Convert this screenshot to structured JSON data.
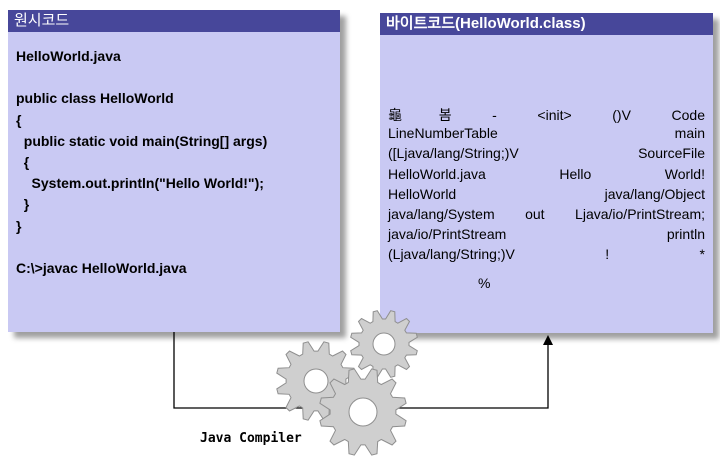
{
  "source_panel": {
    "title": "원시코드",
    "lines": [
      "HelloWorld.java",
      "",
      "public class HelloWorld",
      "{",
      "  public static void main(String[] args)",
      "  {",
      "    System.out.println(\"Hello World!\");",
      "  }",
      "}",
      "",
      "C:\\>javac HelloWorld.java"
    ]
  },
  "bytecode_panel": {
    "title": "바이트코드(HelloWorld.class)",
    "lines": [
      "龜봄 -  <init>  ()V  Code",
      "LineNumberTable main",
      "([Ljava/lang/String;)V SourceFile",
      "HelloWorld.java Hello World!",
      "HelloWorld java/lang/Object",
      "java/lang/System out Ljava/io/PrintStream;",
      "java/io/PrintStream println",
      "(Ljava/lang/String;)V !  *"
    ],
    "trailing": "%"
  },
  "compiler": {
    "label": "Java Compiler",
    "icon": "gears-icon"
  },
  "colors": {
    "panel_fill": "#c9c9f3",
    "panel_header": "#47479a",
    "gear_fill": "#cfcfcf"
  }
}
